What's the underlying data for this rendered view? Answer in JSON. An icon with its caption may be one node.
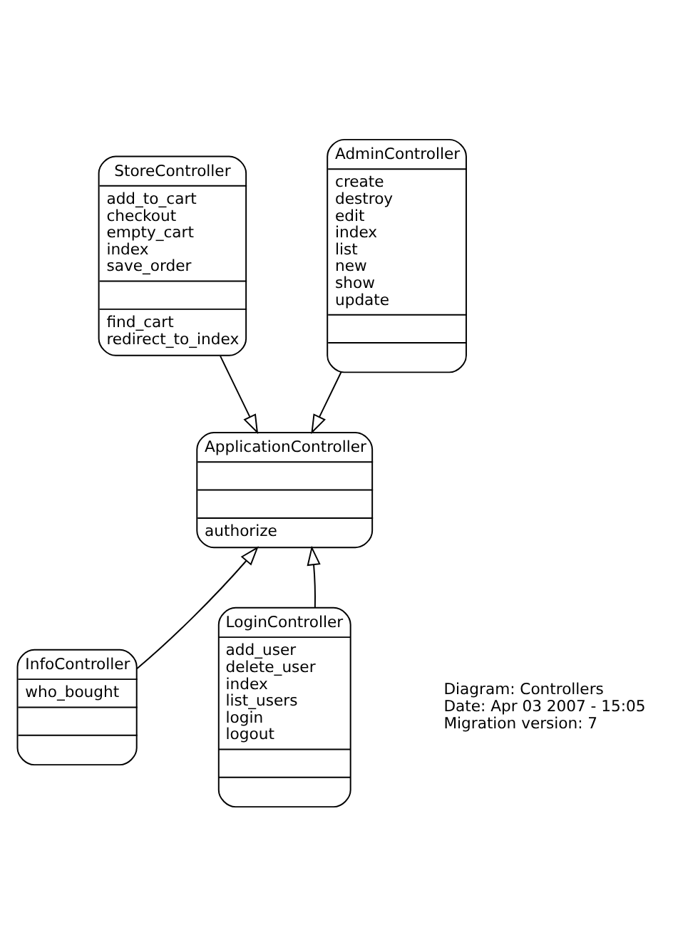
{
  "diagram": {
    "nodes": [
      {
        "text": [
          "StoreController",
          "add_to_cart checkout empty_cart index save_order",
          "find_cart redirect_to_index"
        ]
      },
      {
        "text": [
          "AdminController",
          "create destroy edit index list new show update"
        ]
      },
      {
        "text": [
          "ApplicationController",
          "authorize"
        ]
      },
      {
        "text": [
          "InfoController",
          "who_bought"
        ]
      },
      {
        "text": [
          "LoginController",
          "add_user delete_user index list_users login logout"
        ]
      }
    ],
    "edges": [
      {
        "from": 0,
        "to": 2,
        "arrow": "to"
      },
      {
        "from": 1,
        "to": 2,
        "arrow": "to"
      },
      {
        "from": 3,
        "to": 2,
        "arrow": "to"
      },
      {
        "from": 4,
        "to": 2,
        "arrow": "to"
      }
    ],
    "labels": [
      "Diagram: Controllers",
      "Date: Apr 03 2007 - 15:05",
      "Migration version: 7"
    ]
  }
}
